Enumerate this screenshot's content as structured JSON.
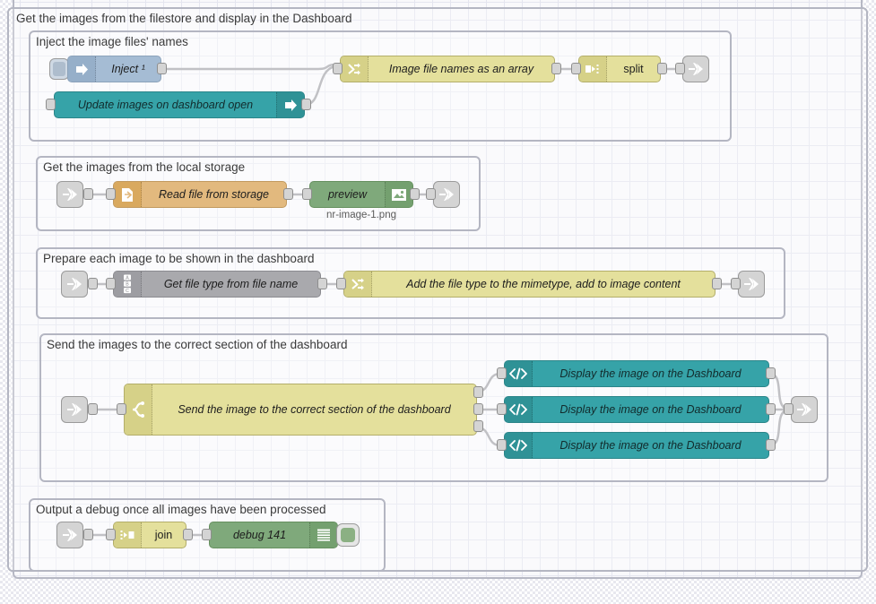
{
  "app": {
    "name": "Node-RED flow editor canvas"
  },
  "groups": [
    {
      "id": "g-outer",
      "label": "Get the images from the filestore and display in the Dashboard"
    },
    {
      "id": "g-inject",
      "label": "Inject the image files' names"
    },
    {
      "id": "g-local",
      "label": "Get the images from the local storage"
    },
    {
      "id": "g-prep",
      "label": "Prepare each image to be shown in the dashboard"
    },
    {
      "id": "g-send",
      "label": "Send the images to the correct section of the dashboard"
    },
    {
      "id": "g-debug",
      "label": "Output a debug once all images have been processed"
    }
  ],
  "nodes": {
    "inject": {
      "label": "Inject ¹",
      "icon": "inject-arrow-icon",
      "color": "#a5bcd4"
    },
    "dashboard_open": {
      "label": "Update images on dashboard open",
      "icon": "inject-arrow-icon",
      "color": "#36a3a8"
    },
    "change_names": {
      "label": "Image file names as an array",
      "icon": "change-shuffle-icon",
      "color": "#e4e09c"
    },
    "split": {
      "label": "split",
      "icon": "split-icon",
      "color": "#e4e09c"
    },
    "read_file": {
      "label": "Read file from storage",
      "icon": "file-in-icon",
      "color": "#e2b97e"
    },
    "preview": {
      "label": "preview",
      "sublabel": "nr-image-1.png",
      "icon": "image-icon",
      "color": "#7fa97b"
    },
    "get_file_type": {
      "label": "Get file type from file name",
      "icon": "switch-abc-icon",
      "color": "#a9a9ad"
    },
    "add_mimetype": {
      "label": "Add the file type to the mimetype, add to image content",
      "icon": "change-shuffle-icon",
      "color": "#e4e09c"
    },
    "switch_section": {
      "label": "Send the image to the correct section of the dashboard",
      "icon": "switch-branch-icon",
      "color": "#e4e09c"
    },
    "display1": {
      "label": "Display the image on the Dashboard",
      "icon": "template-code-icon",
      "color": "#36a3a8"
    },
    "display2": {
      "label": "Display the image on the Dashboard",
      "icon": "template-code-icon",
      "color": "#36a3a8"
    },
    "display3": {
      "label": "Display the image on the Dashboard",
      "icon": "template-code-icon",
      "color": "#36a3a8"
    },
    "join": {
      "label": "join",
      "icon": "join-icon",
      "color": "#e4e09c"
    },
    "debug": {
      "label": "debug 141",
      "icon": "debug-lines-icon",
      "color": "#7fa97b"
    }
  },
  "link_nodes": [
    {
      "id": "link-out-1",
      "kind": "link-out"
    },
    {
      "id": "link-in-2",
      "kind": "link-in"
    },
    {
      "id": "link-out-2",
      "kind": "link-out"
    },
    {
      "id": "link-in-3",
      "kind": "link-in"
    },
    {
      "id": "link-out-3",
      "kind": "link-out"
    },
    {
      "id": "link-in-4",
      "kind": "link-in"
    },
    {
      "id": "link-out-4",
      "kind": "link-out"
    },
    {
      "id": "link-in-5",
      "kind": "link-in"
    }
  ],
  "colors": {
    "canvas": "#f9f9fb",
    "grid": "#e4e5ef",
    "group_border": "#b4b6c2",
    "wire": "#888a90",
    "port": "#d4d4d4"
  }
}
